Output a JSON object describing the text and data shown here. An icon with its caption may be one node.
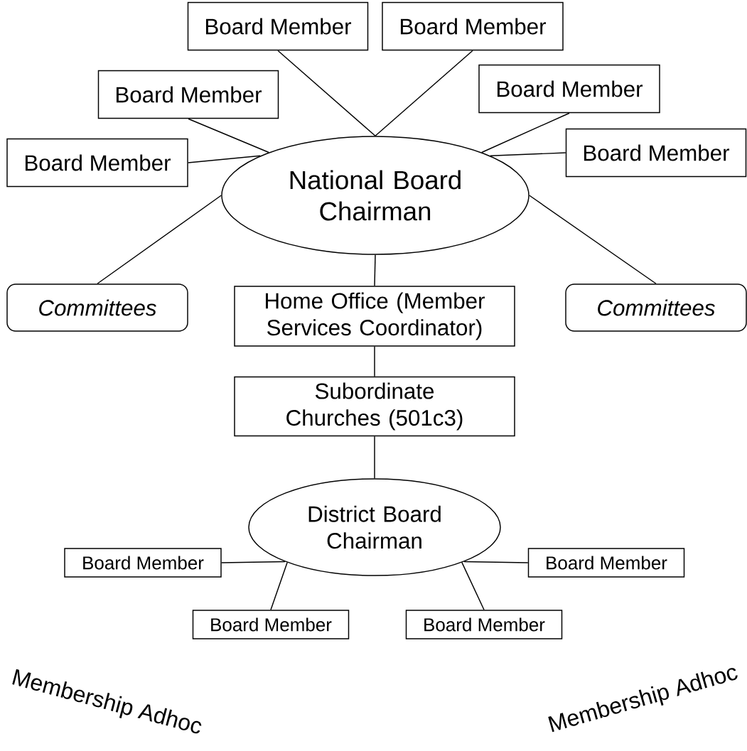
{
  "diagram": {
    "nodes": [
      {
        "text": [
          "Board Member"
        ]
      },
      {
        "text": [
          "Board Member"
        ]
      },
      {
        "text": [
          "Board Member"
        ]
      },
      {
        "text": [
          "Board Member"
        ]
      },
      {
        "text": [
          "Board Member"
        ]
      },
      {
        "text": [
          "Board Member"
        ]
      },
      {
        "text": [
          "National Board Chairman"
        ]
      },
      {
        "text": [
          "Committees"
        ]
      },
      {
        "text": [
          "Home Office (Member Services Coordinator)"
        ]
      },
      {
        "text": [
          "Committees"
        ]
      },
      {
        "text": [
          "Subordinate Churches (501c3)"
        ]
      },
      {
        "text": [
          "District Board Chairman"
        ]
      },
      {
        "text": [
          "Board Member"
        ]
      },
      {
        "text": [
          "Board Member"
        ]
      },
      {
        "text": [
          "Board Member"
        ]
      },
      {
        "text": [
          "Board Member"
        ]
      }
    ],
    "edges": [
      {
        "from": 0,
        "to": 6,
        "arrow": "none"
      },
      {
        "from": 1,
        "to": 6,
        "arrow": "none"
      },
      {
        "from": 2,
        "to": 6,
        "arrow": "none"
      },
      {
        "from": 3,
        "to": 6,
        "arrow": "none"
      },
      {
        "from": 4,
        "to": 6,
        "arrow": "none"
      },
      {
        "from": 5,
        "to": 6,
        "arrow": "none"
      },
      {
        "from": 7,
        "to": 6,
        "arrow": "none"
      },
      {
        "from": 9,
        "to": 6,
        "arrow": "none"
      },
      {
        "from": 6,
        "to": 8,
        "arrow": "none"
      },
      {
        "from": 8,
        "to": 10,
        "arrow": "none"
      },
      {
        "from": 10,
        "to": 11,
        "arrow": "none"
      },
      {
        "from": 12,
        "to": 11,
        "arrow": "none"
      },
      {
        "from": 14,
        "to": 11,
        "arrow": "none"
      },
      {
        "from": 13,
        "to": 11,
        "arrow": "none"
      },
      {
        "from": 15,
        "to": 11,
        "arrow": "none"
      }
    ],
    "labels": [
      "Membership Adhoc",
      "Membership Adhoc"
    ]
  }
}
